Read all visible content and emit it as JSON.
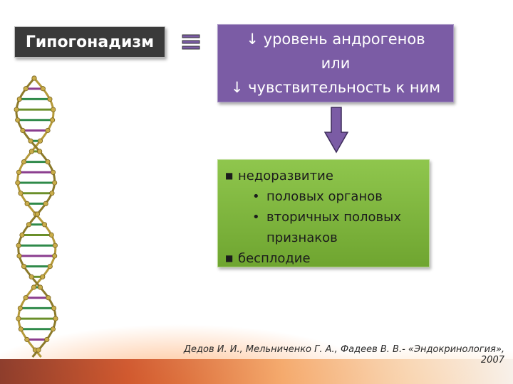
{
  "title": "Гипогонадизм",
  "equiv_symbol": "equivalence-icon",
  "definition": {
    "line1": "↓ уровень андрогенов",
    "line2": "или",
    "line3": "↓ чувствительность к ним"
  },
  "consequences": {
    "item1": "недоразвитие",
    "sub1": "половых органов",
    "sub2": "вторичных половых",
    "sub2_cont": "признаков",
    "item2": "бесплодие"
  },
  "citation": "Дедов И. И., Мельниченко Г. А., Фадеев В. В.- «Эндокринология», 2007",
  "colors": {
    "title_bg": "#3a3a3a",
    "definition_bg": "#7b5ca5",
    "consequences_bg": "#7fb53e",
    "arrow": "#7b5ca5"
  }
}
